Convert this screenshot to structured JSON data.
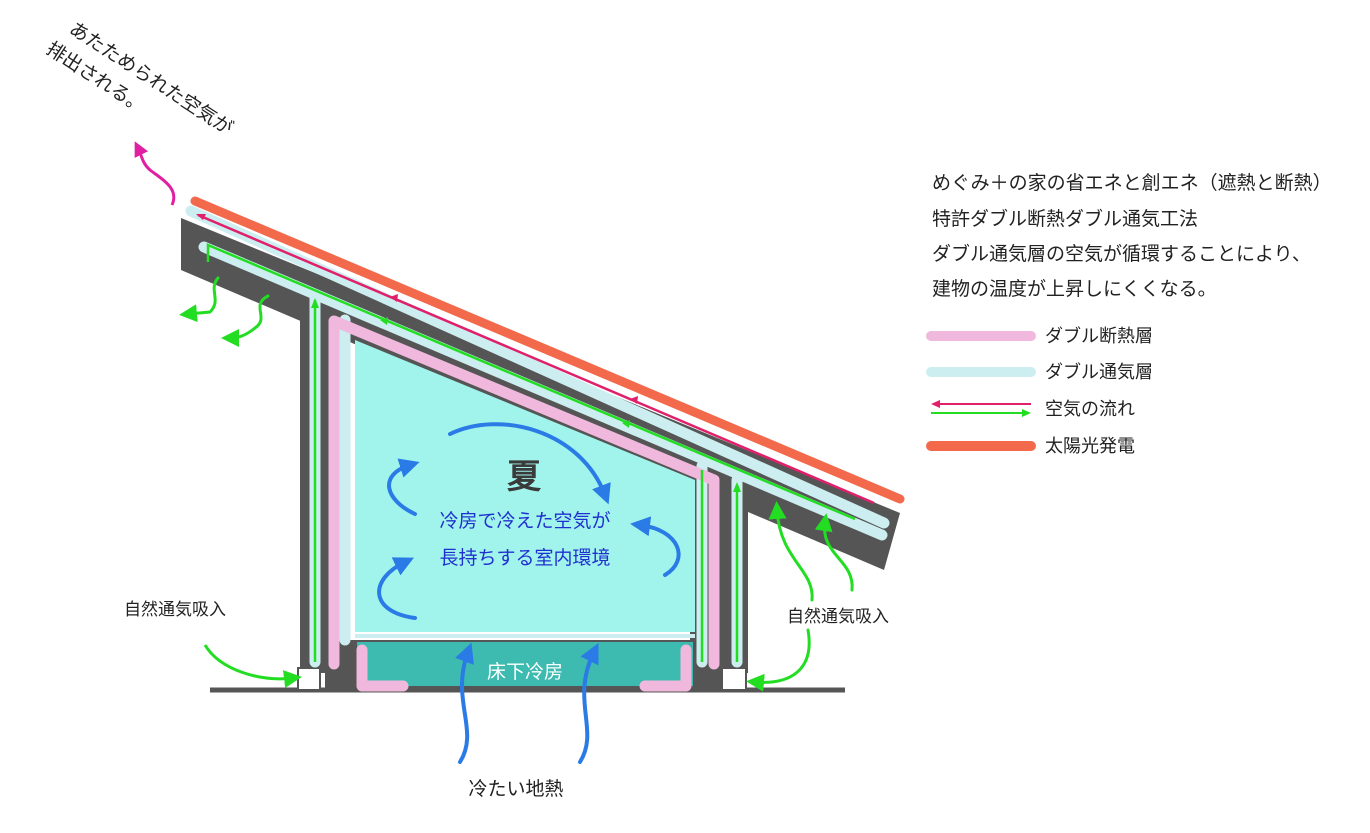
{
  "exhaust_label": {
    "line1": "あたためられた空気が",
    "line2": "排出される。"
  },
  "description": [
    "めぐみ＋の家の省エネと創エネ（遮熱と断熱）",
    "特許ダブル断熱ダブル通気工法",
    "ダブル通気層の空気が循環することにより、",
    "建物の温度が上昇しにくくなる。"
  ],
  "legend": [
    {
      "label": "ダブル断熱層",
      "color": "#f0b8dc"
    },
    {
      "label": "ダブル通気層",
      "color": "#cdeef0"
    },
    {
      "label": "空気の流れ",
      "color": "#e0206a",
      "color2": "#22dd22"
    },
    {
      "label": "太陽光発電",
      "color": "#f26a4b"
    }
  ],
  "season": "夏",
  "interior": {
    "line1": "冷房で冷えた空気が",
    "line2": "長持ちする室内環境"
  },
  "floor_label": "床下冷房",
  "intake_left": "自然通気吸入",
  "intake_right": "自然通気吸入",
  "ground_label": "冷たい地熱",
  "colors": {
    "wall": "#555555",
    "interior": "#a0f4ec",
    "floor": "#3dbbb0",
    "insulation": "#f0b8dc",
    "ventilation": "#cdeef0",
    "green_flow": "#22dd22",
    "red_flow": "#e0206a",
    "solar": "#f26a4b",
    "blue_arrow": "#2a7be6"
  }
}
